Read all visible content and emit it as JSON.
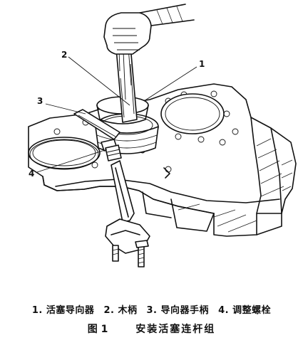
{
  "figure": {
    "callouts": [
      "1",
      "2",
      "3",
      "4"
    ],
    "legend": [
      {
        "num": "1.",
        "label": "活塞导向器"
      },
      {
        "num": "2.",
        "label": "木柄"
      },
      {
        "num": "3.",
        "label": "导向器手柄"
      },
      {
        "num": "4.",
        "label": "调整螺栓"
      }
    ],
    "caption_number": "图 1",
    "caption_title": "安装活塞连杆组"
  }
}
